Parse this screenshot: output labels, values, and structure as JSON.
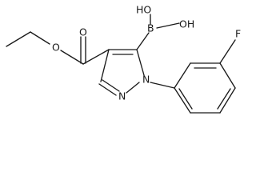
{
  "atom_labels": {
    "oh_left": "HO",
    "oh_right": "OH",
    "boron": "B",
    "fluorine": "F",
    "ester_carbonyl_oxygen": "O",
    "ester_ether_oxygen": "O",
    "ring_n1": "N",
    "ring_n2": "N"
  },
  "colors": {
    "bond": "#1a1a1a",
    "text": "#1a1a1a",
    "background": "#ffffff"
  }
}
